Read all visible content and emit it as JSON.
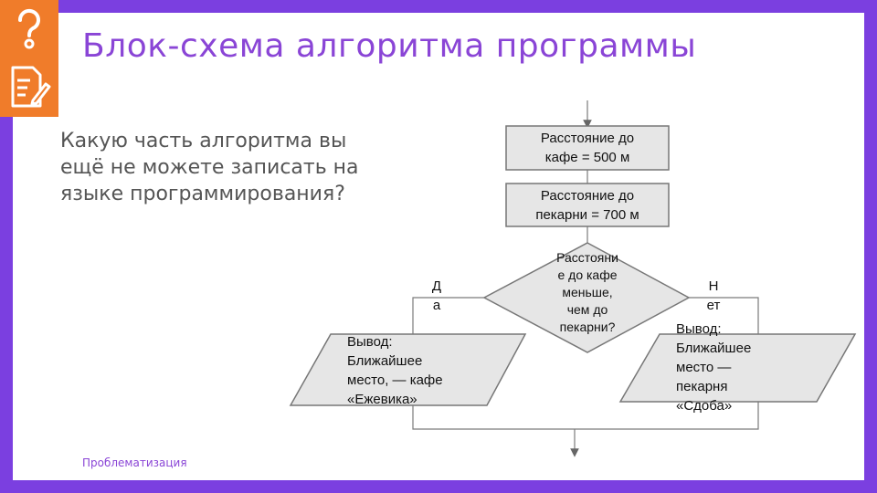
{
  "slide": {
    "title": "Блок-схема алгоритма программы",
    "question": "Какую часть алгоритма вы\nещё не можете записать на\nязыке программирования?",
    "footer": "Проблематизация"
  },
  "sidebar": {
    "icons": [
      "question-mark-icon",
      "document-pencil-icon"
    ]
  },
  "flowchart": {
    "box1": "Расстояние до\nкафе = 500 м",
    "box2": "Расстояние до\nпекарни = 700 м",
    "decision": "Расстояни\nе до кафе\nменьше,\nчем до\nпекарни?",
    "yes_label": "Д\nа",
    "no_label": "Н\nет",
    "output_yes": "Вывод:\nБлижайшее\nместо, — кафе\n«Ежевика»",
    "output_no": "Вывод:\nБлижайшее\nместо —\nпекарня\n«Сдоба»"
  },
  "colors": {
    "frame": "#7b3fe0",
    "sidebar": "#f07c2a",
    "accent": "#8a45d6",
    "shape_fill": "#e6e6e6",
    "shape_stroke": "#777777"
  }
}
